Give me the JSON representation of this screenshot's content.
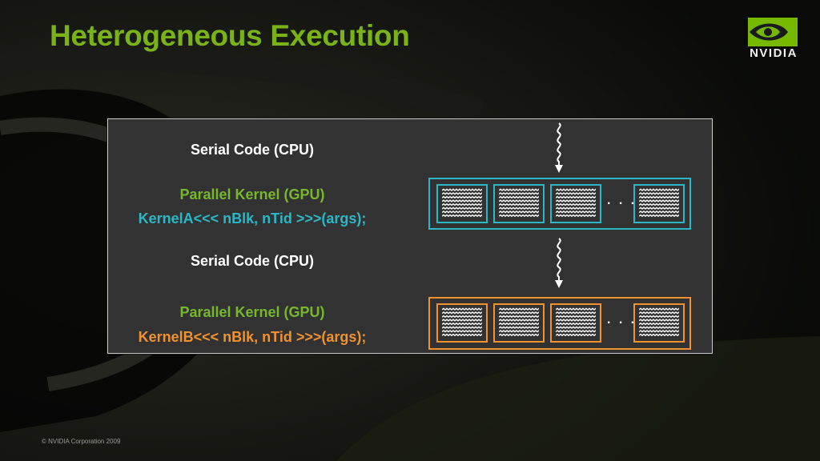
{
  "slide": {
    "title": "Heterogeneous Execution",
    "logo_text": "NVIDIA",
    "copyright": "©  NVIDIA Corporation 2009"
  },
  "diagram": {
    "serial_1": "Serial Code (CPU)",
    "parallel_1": "Parallel Kernel (GPU)",
    "kernel_a": "KernelA<<< nBlk, nTid >>>(args);",
    "serial_2": "Serial Code (CPU)",
    "parallel_2": "Parallel Kernel (GPU)",
    "kernel_b": "KernelB<<< nBlk, nTid >>>(args);",
    "ellipsis": ". . ."
  },
  "colors": {
    "title_green": "#7ab317",
    "parallel_green": "#76b82a",
    "kernel_a_cyan": "#2bb7c6",
    "kernel_b_orange": "#f0922e",
    "panel_gray": "#323232"
  },
  "icons": [
    "nvidia-eye-logo-icon",
    "wavy-thread-arrow-icon"
  ]
}
